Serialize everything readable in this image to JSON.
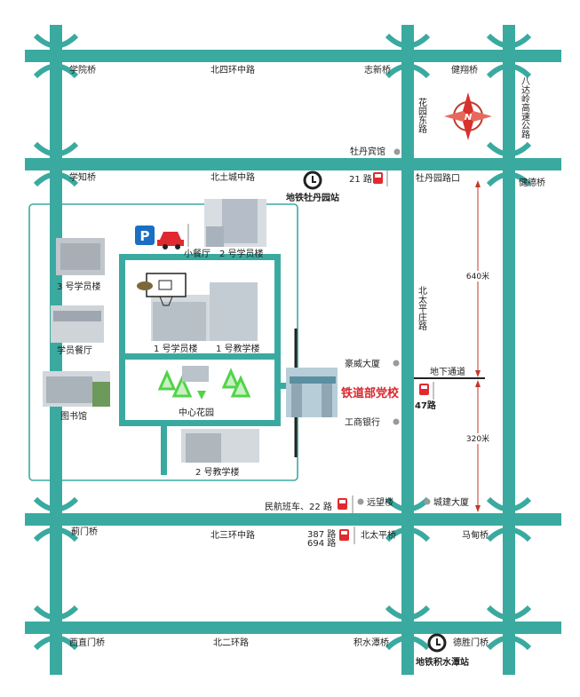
{
  "colors": {
    "road": "#3aaaa0",
    "campus_border": "#3aaaa0",
    "bus_icon": "#e02a2f",
    "parking_blue": "#1a6fc2",
    "tree_green": "#52d34a",
    "distance_line": "#c0392b",
    "compass_red": "#c0392b"
  },
  "roads": {
    "north4": "北四环中路",
    "north_tucheng": "北土城中路",
    "north3": "北三环中路",
    "north2": "北二环路",
    "huayuan_east": "花园东路",
    "beitaiping": "北太平庄路",
    "badaling": "八达岭高速公路"
  },
  "bridges": {
    "xueyuan": "学院桥",
    "zhixin": "志新桥",
    "jianxiang": "健翔桥",
    "xuezhi": "学知桥",
    "jiande": "健德桥",
    "jimen": "蓟门桥",
    "beitaiping": "北太平桥",
    "madian": "马甸桥",
    "xizhimen": "西直门桥",
    "jishuitan": "积水潭桥",
    "deshengmen": "德胜门桥"
  },
  "landmarks": {
    "mudan_hotel": "牡丹宾馆",
    "mudanyuan_intersection": "牡丹园路口",
    "subway_mudanyuan": "地铁牡丹园站",
    "haowei": "豪威大厦",
    "icbc": "工商银行",
    "yuanwang": "远望楼",
    "chengjian": "城建大厦",
    "underpass": "地下通道",
    "subway_jishuitan": "地铁积水潭站"
  },
  "bus": {
    "route21": "21 路",
    "route47": "47路",
    "civil_aviation": "民航班车、22 路",
    "route387_line1": "387 路",
    "route387_line2": "694 路"
  },
  "distances": {
    "north": "640米",
    "south": "320米"
  },
  "campus": {
    "name": "铁道部党校",
    "small_canteen": "小餐厅",
    "dorm2": "2 号学员楼",
    "dorm3": "3 号学员楼",
    "canteen": "学员餐厅",
    "library": "图书馆",
    "dorm1": "1 号学员楼",
    "teach1": "1 号教学楼",
    "garden": "中心花园",
    "teach2": "2 号教学楼"
  },
  "compass": {
    "letter": "N"
  }
}
